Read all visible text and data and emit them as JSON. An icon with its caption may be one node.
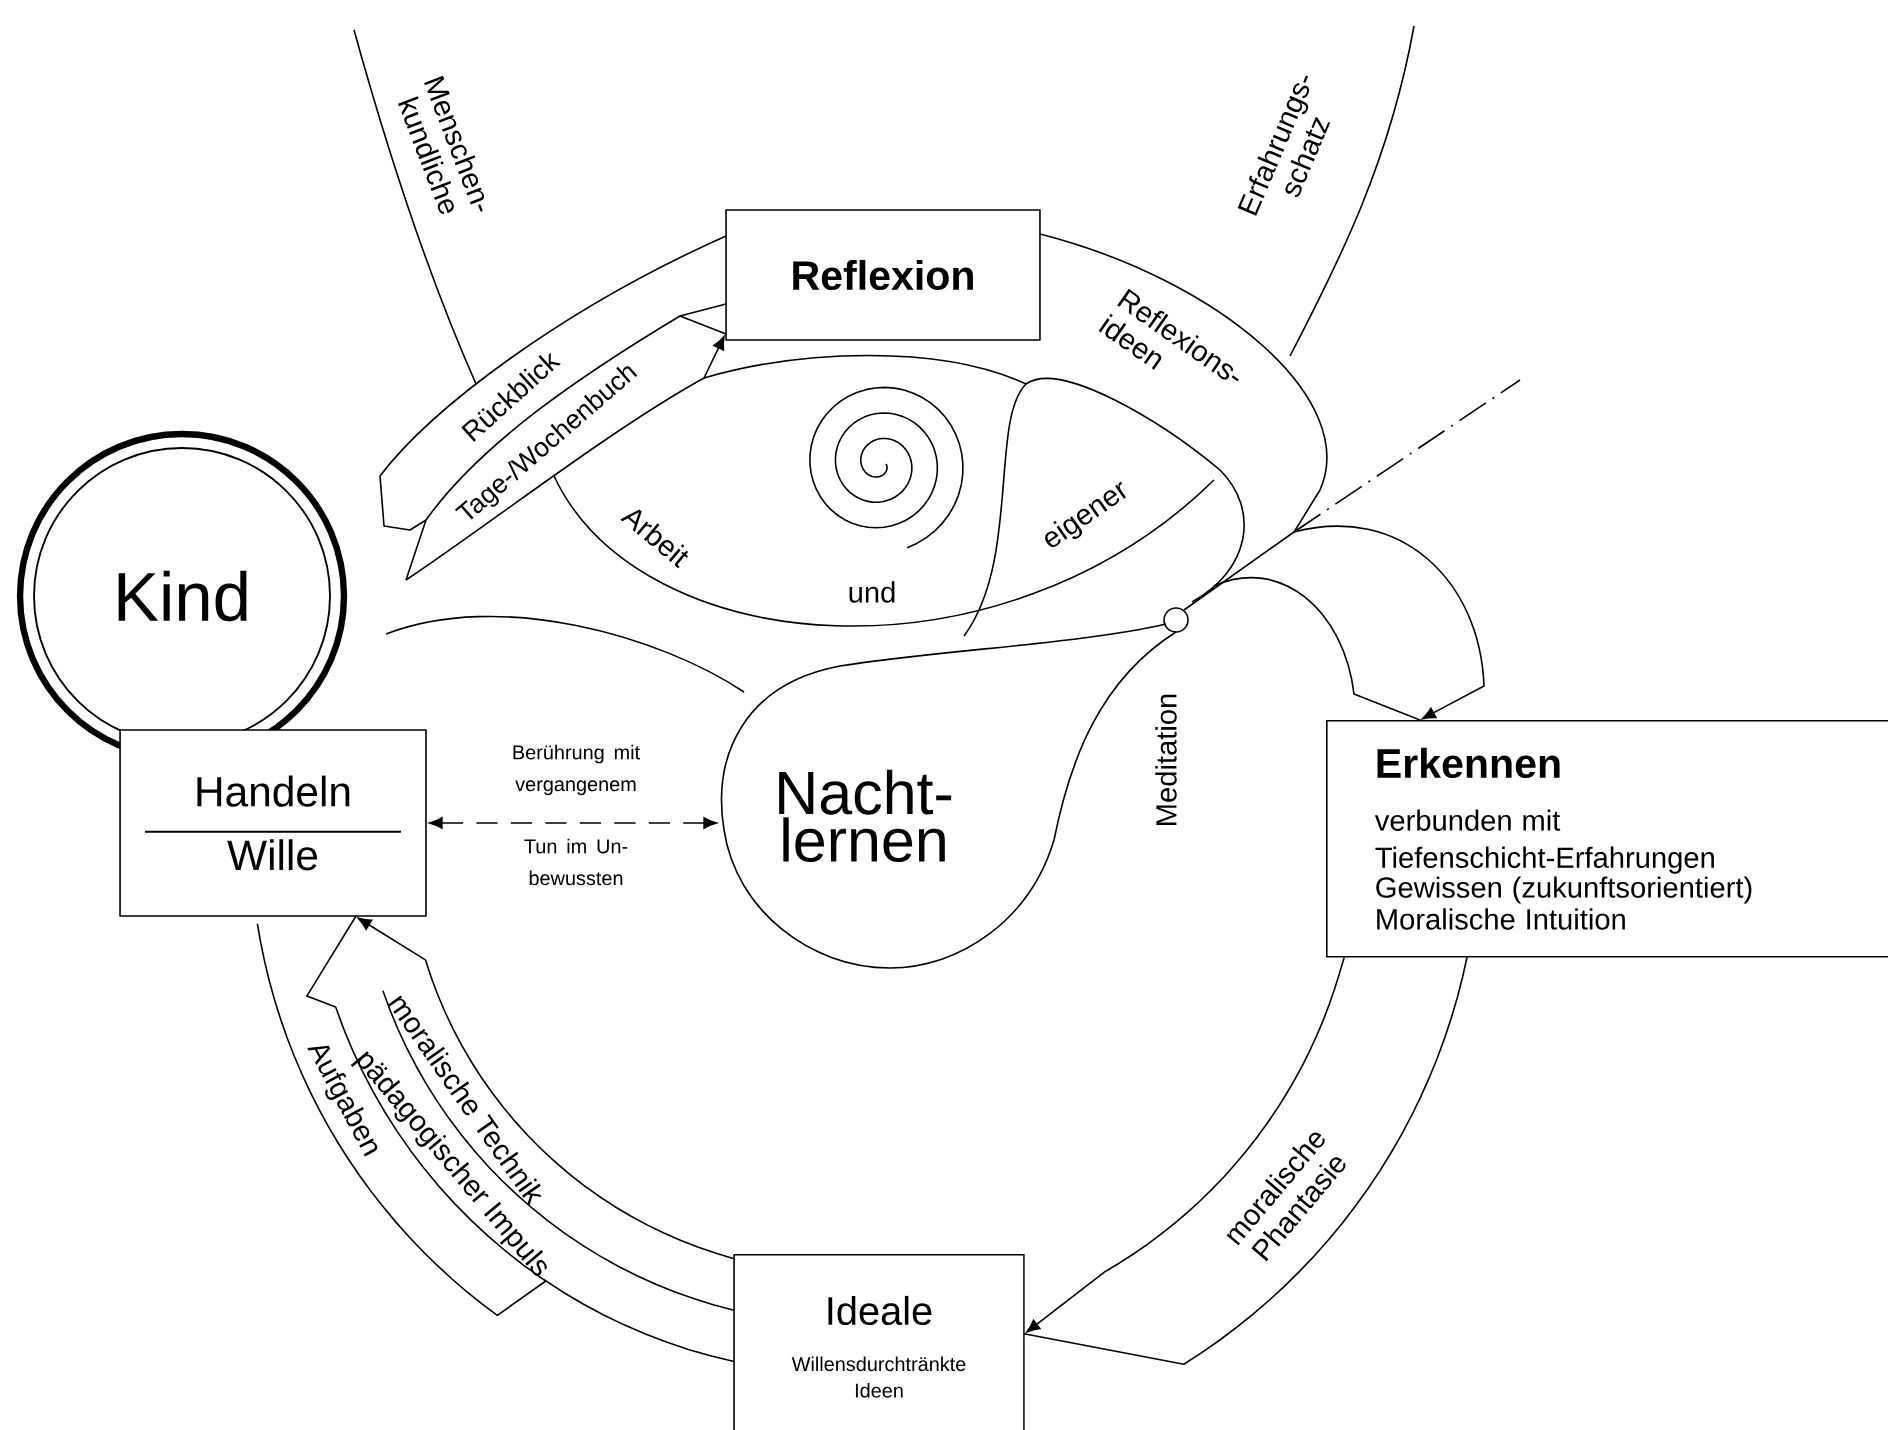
{
  "diagram": {
    "nodes": [
      {
        "text": [
          "Kind"
        ]
      },
      {
        "text": [
          "Reflexion"
        ]
      },
      {
        "text": [
          "Handeln",
          "Wille"
        ]
      },
      {
        "text": [
          "Nacht- lernen"
        ]
      },
      {
        "text": [
          "Erkennen",
          "verbunden mit Tiefenschicht-Erfahrungen",
          "Gewissen (zukunftsorientiert)",
          "Moralische Intuition"
        ]
      },
      {
        "text": [
          "Ideale",
          "Willensdurchtränkte Ideen"
        ]
      }
    ],
    "edges": [
      {
        "from": 4,
        "to": 5,
        "arrow": "to",
        "label": "moralische Phantasie"
      },
      {
        "from": 5,
        "to": 2,
        "arrow": "to",
        "label": "moralische Technik"
      },
      {
        "from": null,
        "to": 1,
        "arrow": "to",
        "label": "Rückblick"
      },
      {
        "from": 2,
        "to": 3,
        "arrow": "both",
        "label": "Berührung mit vergangenem",
        "style": "dashed"
      },
      {
        "from": null,
        "to": 4,
        "arrow": "to"
      }
    ],
    "labels": [
      "Menschen- kundliche",
      "Erfahrungs- schatz",
      "Tage-/Wochenbuch",
      "Reflexions- ideen",
      "Arbeit",
      "und",
      "eigener",
      "Meditation",
      "Tun im Un- bewussten",
      "pädagogischer Impuls",
      "Aufgaben"
    ]
  }
}
